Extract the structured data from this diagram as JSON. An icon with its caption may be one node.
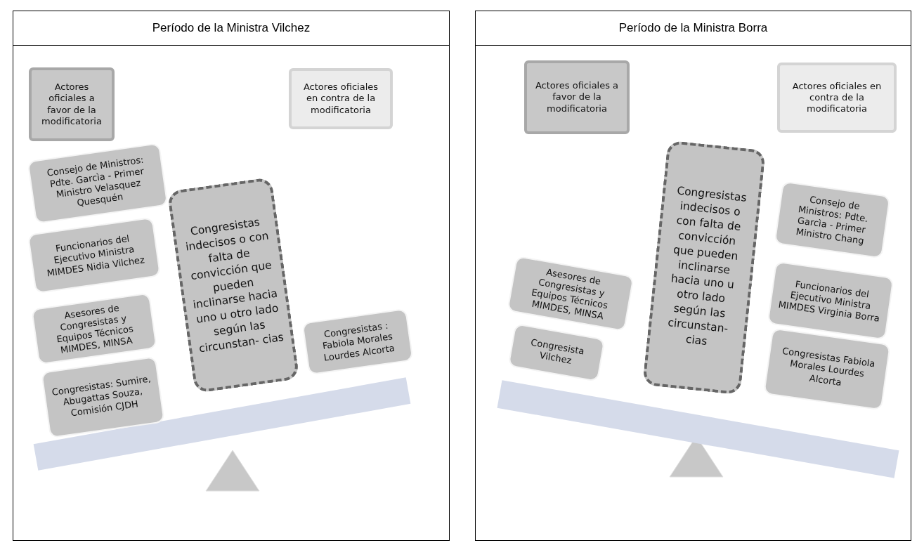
{
  "diagram": {
    "nodes": [
      {
        "text": [
          "Período de la Ministra Vilchez"
        ]
      },
      {
        "text": [
          "Actores oficiales a favor de la modificatoria"
        ],
        "in": 0
      },
      {
        "text": [
          "Actores oficiales en contra de la modificatoria"
        ],
        "in": 0
      },
      {
        "text": [
          "Consejo de Ministros: Pdte. Garcìa - Primer Ministro Velasquez Quesquén"
        ],
        "in": 0
      },
      {
        "text": [
          "Funcionarios del Ejecutivo Ministra MIMDES Nidia Vilchez"
        ],
        "in": 0
      },
      {
        "text": [
          "Asesores de Congresistas y Equipos Técnicos MIMDES, MINSA"
        ],
        "in": 0
      },
      {
        "text": [
          "Congresistas: Sumire, Abugattas Souza, Comisión CJDH"
        ],
        "in": 0
      },
      {
        "text": [
          "Congresistas indecisos o con falta de convicción que pueden inclinarse hacia uno u otro lado según las circunstan- cias"
        ],
        "in": 0
      },
      {
        "text": [
          "Congresistas : Fabiola Morales Lourdes Alcorta"
        ],
        "in": 0
      },
      {
        "text": [
          "Período de la Ministra Borra"
        ]
      },
      {
        "text": [
          "Actores oficiales a favor de la modificatoria"
        ],
        "in": 9
      },
      {
        "text": [
          "Actores oficiales en contra de la modificatoria"
        ],
        "in": 9
      },
      {
        "text": [
          "Asesores de Congresistas y Equipos Técnicos MIMDES, MINSA"
        ],
        "in": 9
      },
      {
        "text": [
          "Congresista Vilchez"
        ],
        "in": 9
      },
      {
        "text": [
          "Congresistas indecisos o con falta de convicción que pueden inclinarse hacia uno u otro lado según las circunstan- cias"
        ],
        "in": 9
      },
      {
        "text": [
          "Consejo de Ministros: Pdte. Garcìa - Primer Ministro Chang"
        ],
        "in": 9
      },
      {
        "text": [
          "Funcionarios del Ejecutivo Ministra MIMDES Virginia Borra"
        ],
        "in": 9
      },
      {
        "text": [
          "Congresistas Fabiola Morales Lourdes Alcorta"
        ],
        "in": 9
      }
    ]
  }
}
